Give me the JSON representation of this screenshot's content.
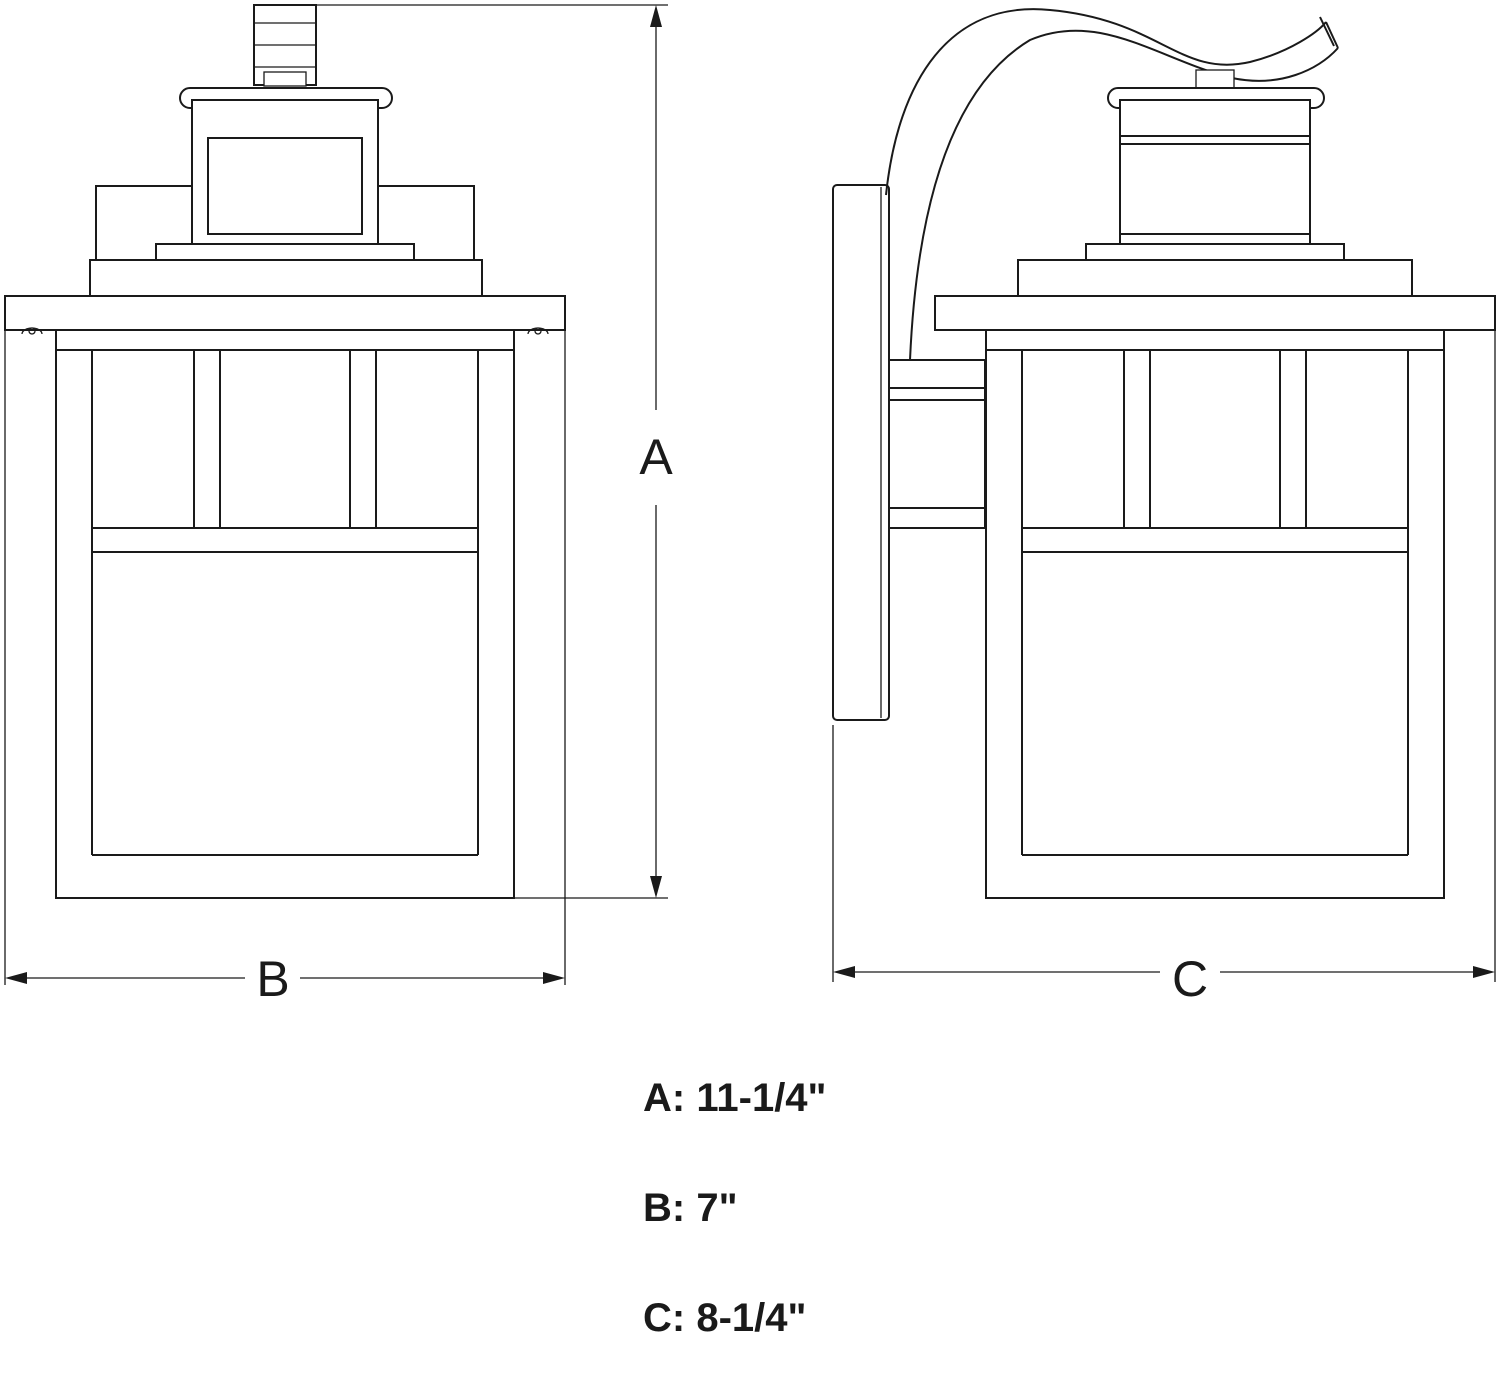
{
  "diagram": {
    "dimension_labels": {
      "a": "A",
      "b": "B",
      "c": "C"
    },
    "specs": [
      {
        "label": "A:",
        "value": "11-1/4\""
      },
      {
        "label": "B:",
        "value": "7\""
      },
      {
        "label": "C:",
        "value": "8-1/4\""
      }
    ]
  }
}
